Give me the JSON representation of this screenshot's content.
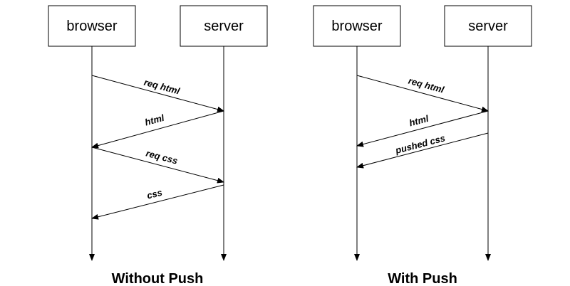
{
  "diagrams": [
    {
      "caption": "Without Push",
      "participants": {
        "browser": "browser",
        "server": "server"
      },
      "messages": [
        {
          "label": "req html",
          "from": "browser",
          "to": "server"
        },
        {
          "label": "html",
          "from": "server",
          "to": "browser"
        },
        {
          "label": "req css",
          "from": "browser",
          "to": "server"
        },
        {
          "label": "css",
          "from": "server",
          "to": "browser"
        }
      ]
    },
    {
      "caption": "With Push",
      "participants": {
        "browser": "browser",
        "server": "server"
      },
      "messages": [
        {
          "label": "req html",
          "from": "browser",
          "to": "server"
        },
        {
          "label": "html",
          "from": "server",
          "to": "browser"
        },
        {
          "label": "pushed css",
          "from": "server",
          "to": "browser"
        }
      ]
    }
  ]
}
